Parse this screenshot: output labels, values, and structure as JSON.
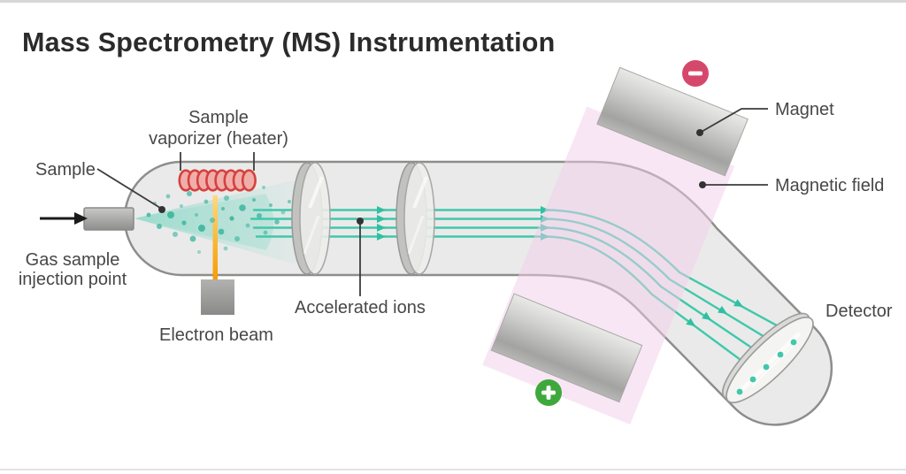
{
  "title": "Mass Spectrometry (MS) Instrumentation",
  "labels": {
    "sample": "Sample",
    "vaporizer_line1": "Sample",
    "vaporizer_line2": "vaporizer (heater)",
    "gas_line1": "Gas sample",
    "gas_line2": "injection point",
    "electron_beam": "Electron beam",
    "accelerated_ions": "Accelerated ions",
    "magnet": "Magnet",
    "magnetic_field": "Magnetic field",
    "detector": "Detector"
  },
  "icons": {
    "negative_pole": "minus-icon",
    "positive_pole": "plus-icon"
  },
  "colors": {
    "ion_beam": "#3fc8ab",
    "magnetic_field_band": "#f3cdeb",
    "heater_coil": "#d5413e",
    "electron_beam": "#f59b00",
    "minus_badge": "#d6486b",
    "plus_badge": "#3fa83c",
    "tube_fill": "#eaeaea",
    "tube_stroke": "#8d8d8b",
    "label_text": "#474747",
    "title_text": "#2b2b2b"
  }
}
